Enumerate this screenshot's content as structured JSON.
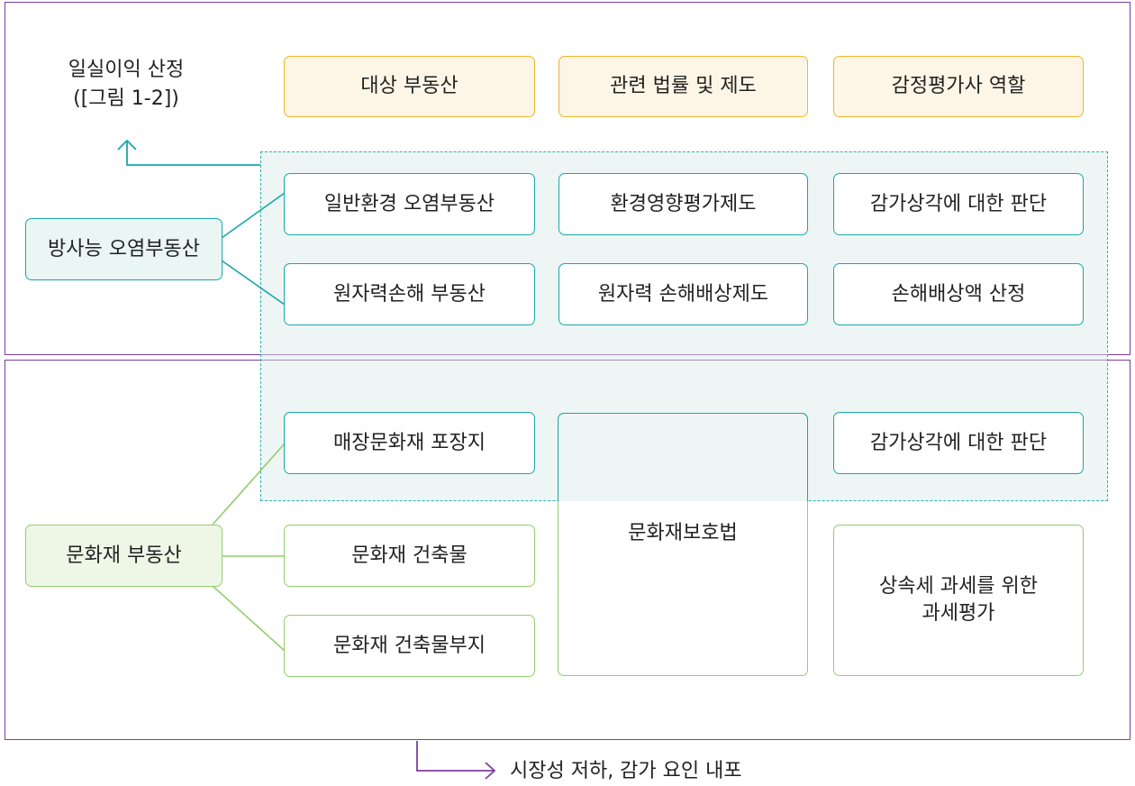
{
  "headers": [
    "대상 부동산",
    "관련 법률 및 제도",
    "감정평가사 역할"
  ],
  "side_note": {
    "line1": "일실이익 산정",
    "line2": "([그림 1-2])"
  },
  "radiation": {
    "category": "방사능 오염부동산",
    "row1": [
      "일반환경 오염부동산",
      "환경영향평가제도",
      "감가상각에 대한 판단"
    ],
    "row2": [
      "원자력손해 부동산",
      "원자력 손해배상제도",
      "손해배상액 산정"
    ]
  },
  "cultural": {
    "category": "문화재 부동산",
    "targets": [
      "매장문화재 포장지",
      "문화재 건축물",
      "문화재 건축물부지"
    ],
    "law": "문화재보호법",
    "role_top": "감가상각에 대한 판단",
    "role_bottom": {
      "line1": "상속세 과세를 위한",
      "line2": "과세평가"
    }
  },
  "footer_note": "시장성 저하, 감가 요인 내포",
  "colors": {
    "frame": "#7b3f9e",
    "teal": "#1aa7a7",
    "green": "#93cd6e",
    "header_border": "#f0b429"
  }
}
